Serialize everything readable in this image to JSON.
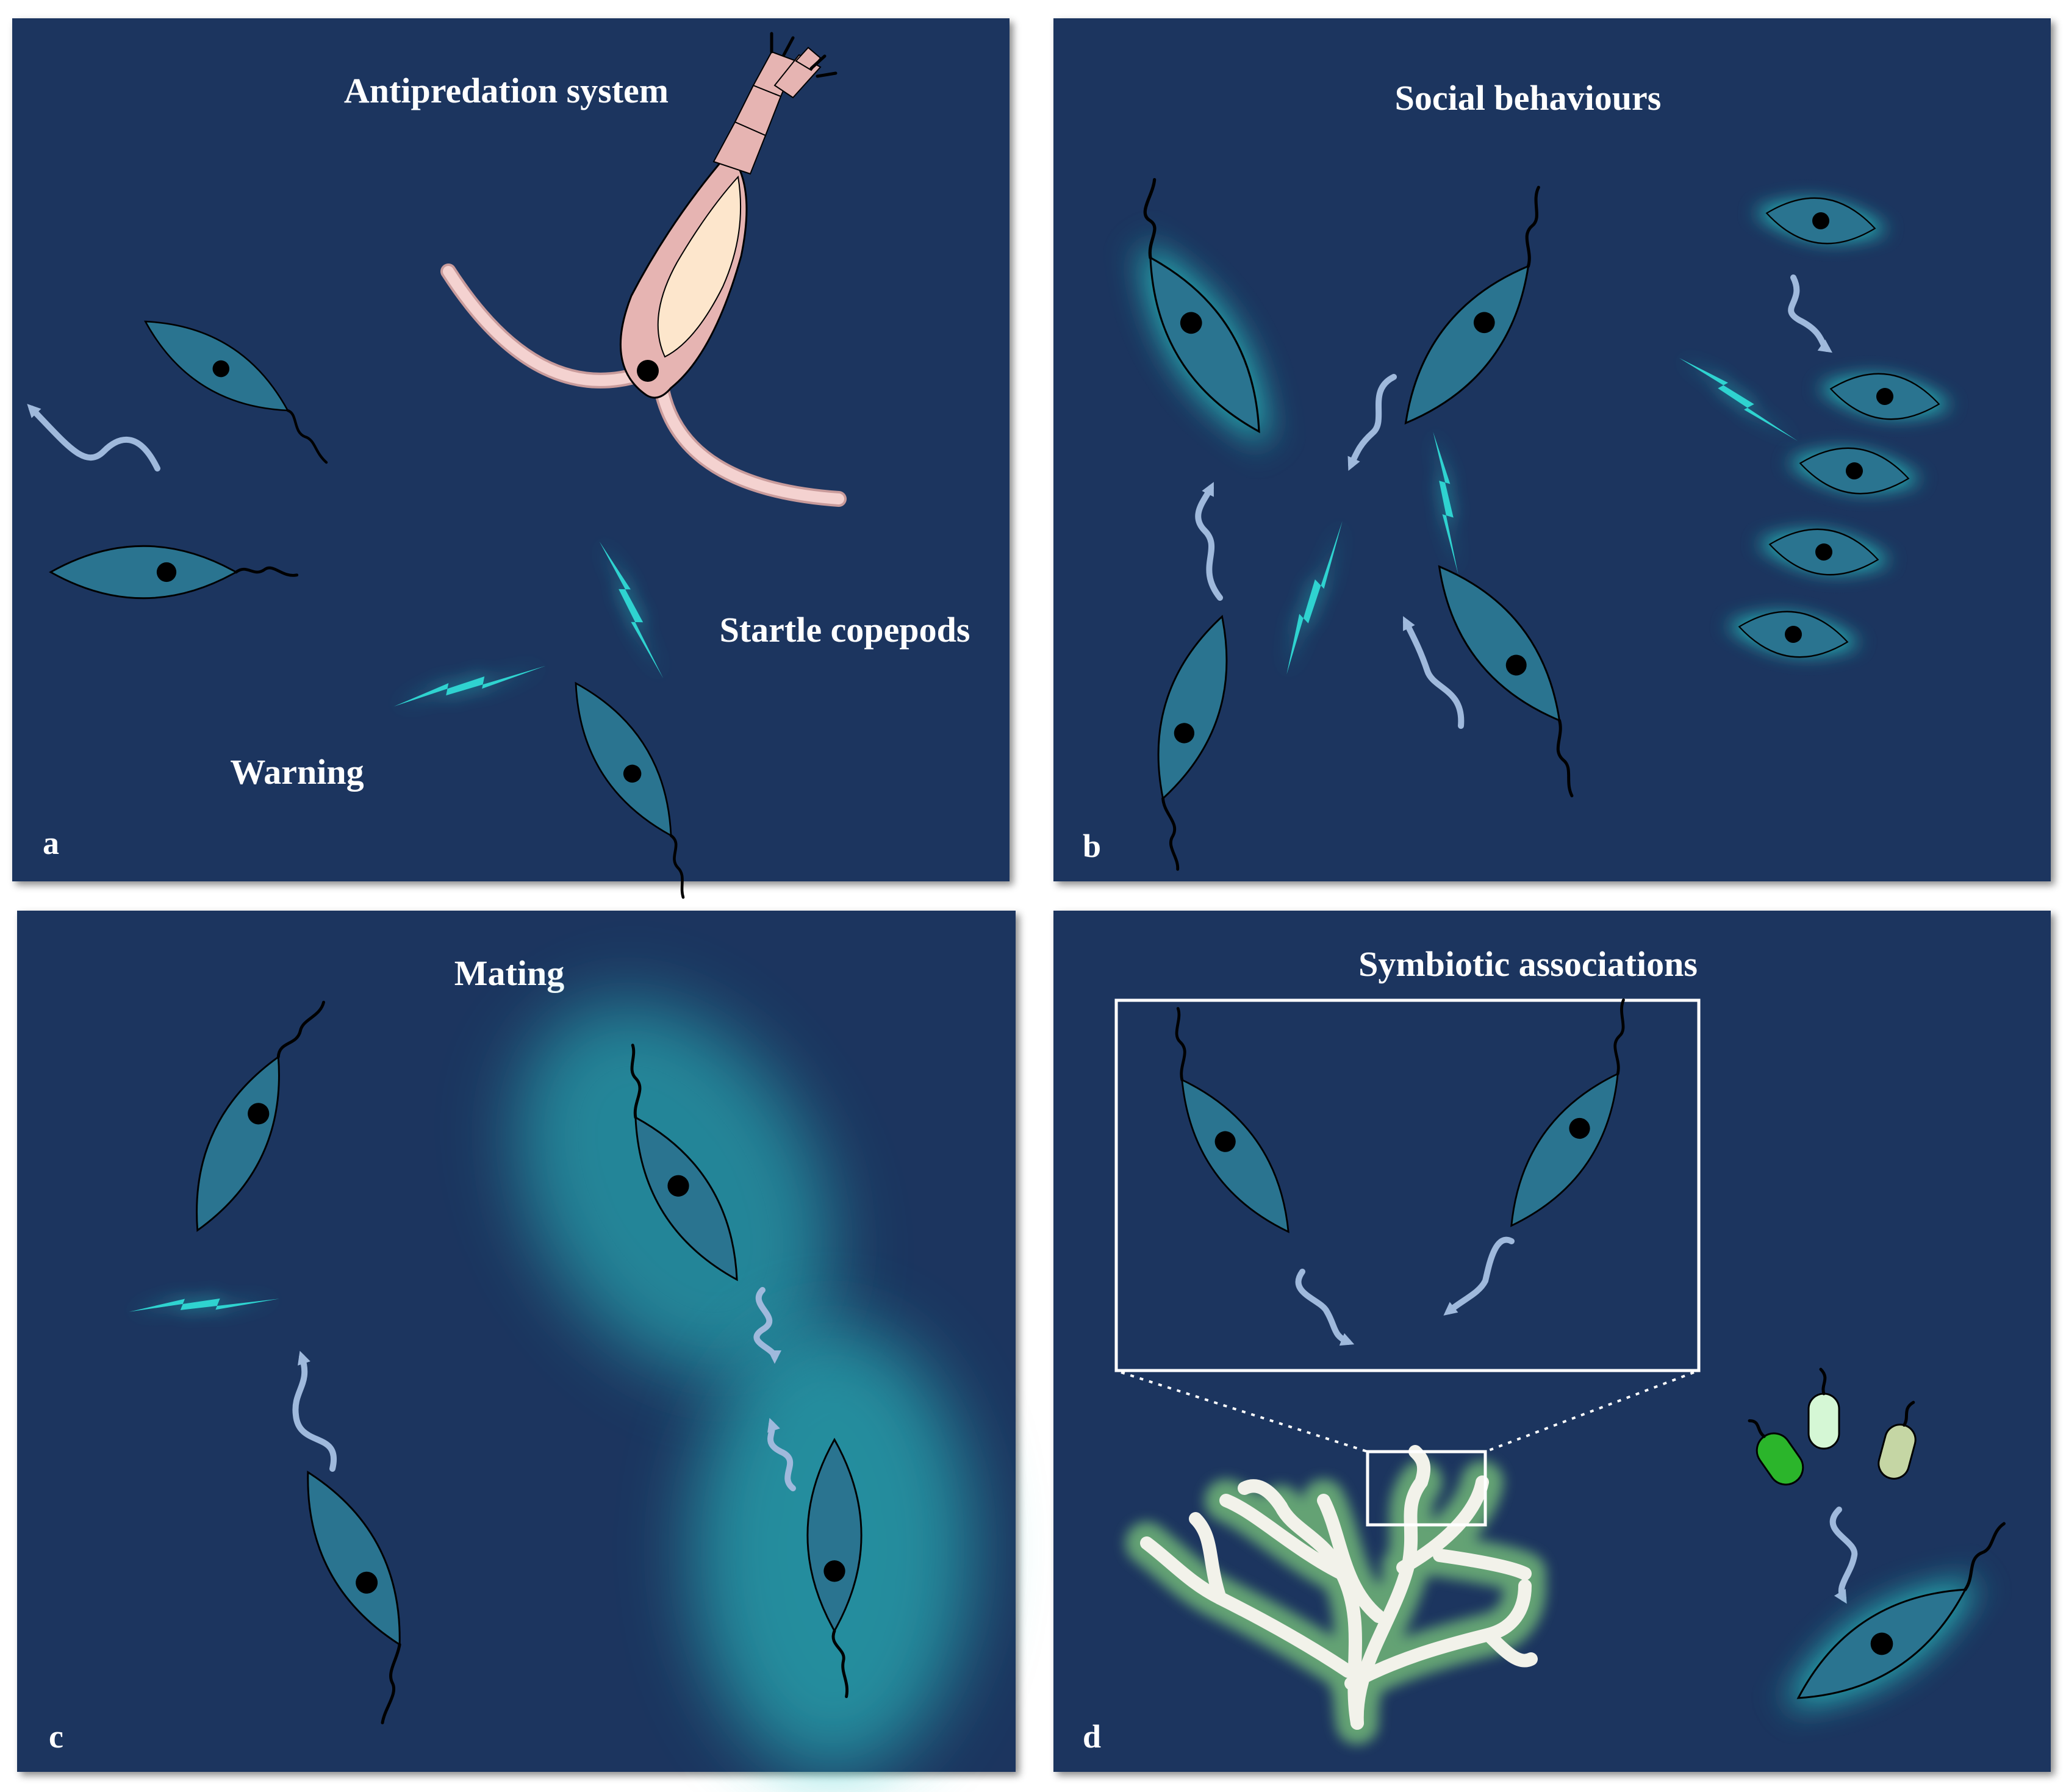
{
  "colors": {
    "panel_bg": "#1a355e",
    "cell_fill": "#2a7490",
    "glow": "#2cc8c8",
    "flash": "#2fd3d0",
    "signal_arrow": "#9fb9dc",
    "copepod_body": "#e6b4b2",
    "copepod_inner": "#fde6cc",
    "coral": "#f2f2ea",
    "coral_glow": "#7cc77c",
    "bacteria_green": "#2bb52b",
    "bacteria_pale": "#d5f7d5",
    "bacteria_khaki": "#c5d6a4",
    "frame": "#ffffff"
  },
  "panels": [
    {
      "label": "a",
      "title": "Antipredation system",
      "annotations": [
        "Startle copepods",
        "Warning"
      ]
    },
    {
      "label": "b",
      "title": "Social behaviours"
    },
    {
      "label": "c",
      "title": "Mating"
    },
    {
      "label": "d",
      "title": "Symbiotic associations"
    }
  ],
  "icons": [
    "dinoflagellate-cell-icon",
    "flash-bolt-icon",
    "wavy-arrow-icon",
    "copepod-icon",
    "coral-icon",
    "bacteria-icon",
    "zoom-box-icon"
  ]
}
